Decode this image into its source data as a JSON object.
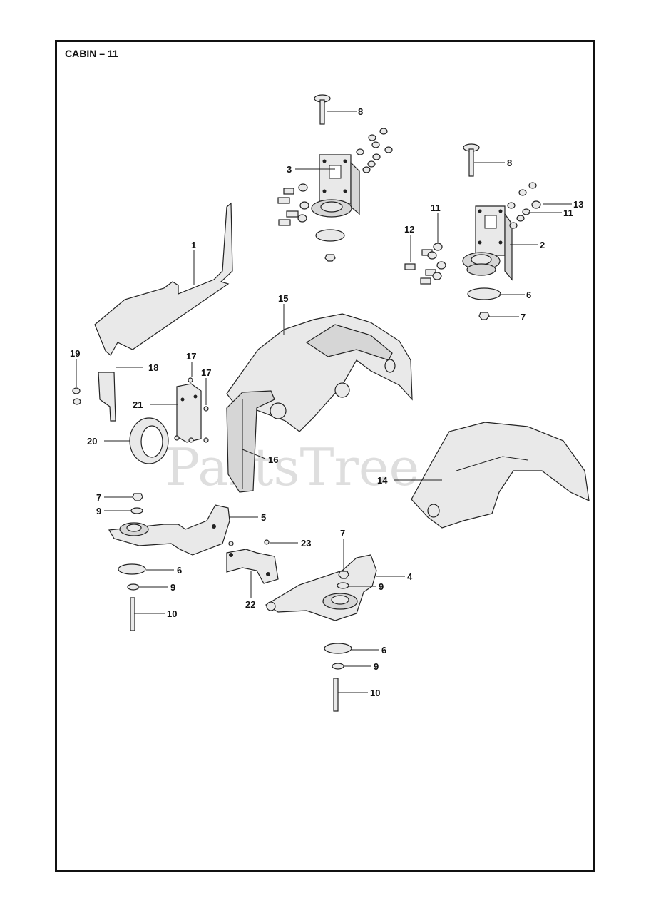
{
  "title": "CABIN – 11",
  "watermark": "PartsTree",
  "callouts": [
    {
      "id": "c8a",
      "text": "8"
    },
    {
      "id": "c8b",
      "text": "8"
    },
    {
      "id": "c3",
      "text": "3"
    },
    {
      "id": "c13",
      "text": "13"
    },
    {
      "id": "c11a",
      "text": "11"
    },
    {
      "id": "c11b",
      "text": "11"
    },
    {
      "id": "c12",
      "text": "12"
    },
    {
      "id": "c2",
      "text": "2"
    },
    {
      "id": "c1",
      "text": "1"
    },
    {
      "id": "c6a",
      "text": "6"
    },
    {
      "id": "c7a",
      "text": "7"
    },
    {
      "id": "c15",
      "text": "15"
    },
    {
      "id": "c19",
      "text": "19"
    },
    {
      "id": "c17a",
      "text": "17"
    },
    {
      "id": "c17b",
      "text": "17"
    },
    {
      "id": "c18",
      "text": "18"
    },
    {
      "id": "c21",
      "text": "21"
    },
    {
      "id": "c20",
      "text": "20"
    },
    {
      "id": "c16",
      "text": "16"
    },
    {
      "id": "c14",
      "text": "14"
    },
    {
      "id": "c7b",
      "text": "7"
    },
    {
      "id": "c9a",
      "text": "9"
    },
    {
      "id": "c5",
      "text": "5"
    },
    {
      "id": "c23",
      "text": "23"
    },
    {
      "id": "c7c",
      "text": "7"
    },
    {
      "id": "c6b",
      "text": "6"
    },
    {
      "id": "c4",
      "text": "4"
    },
    {
      "id": "c9b",
      "text": "9"
    },
    {
      "id": "c9c",
      "text": "9"
    },
    {
      "id": "c22",
      "text": "22"
    },
    {
      "id": "c10a",
      "text": "10"
    },
    {
      "id": "c6c",
      "text": "6"
    },
    {
      "id": "c9d",
      "text": "9"
    },
    {
      "id": "c10b",
      "text": "10"
    }
  ]
}
